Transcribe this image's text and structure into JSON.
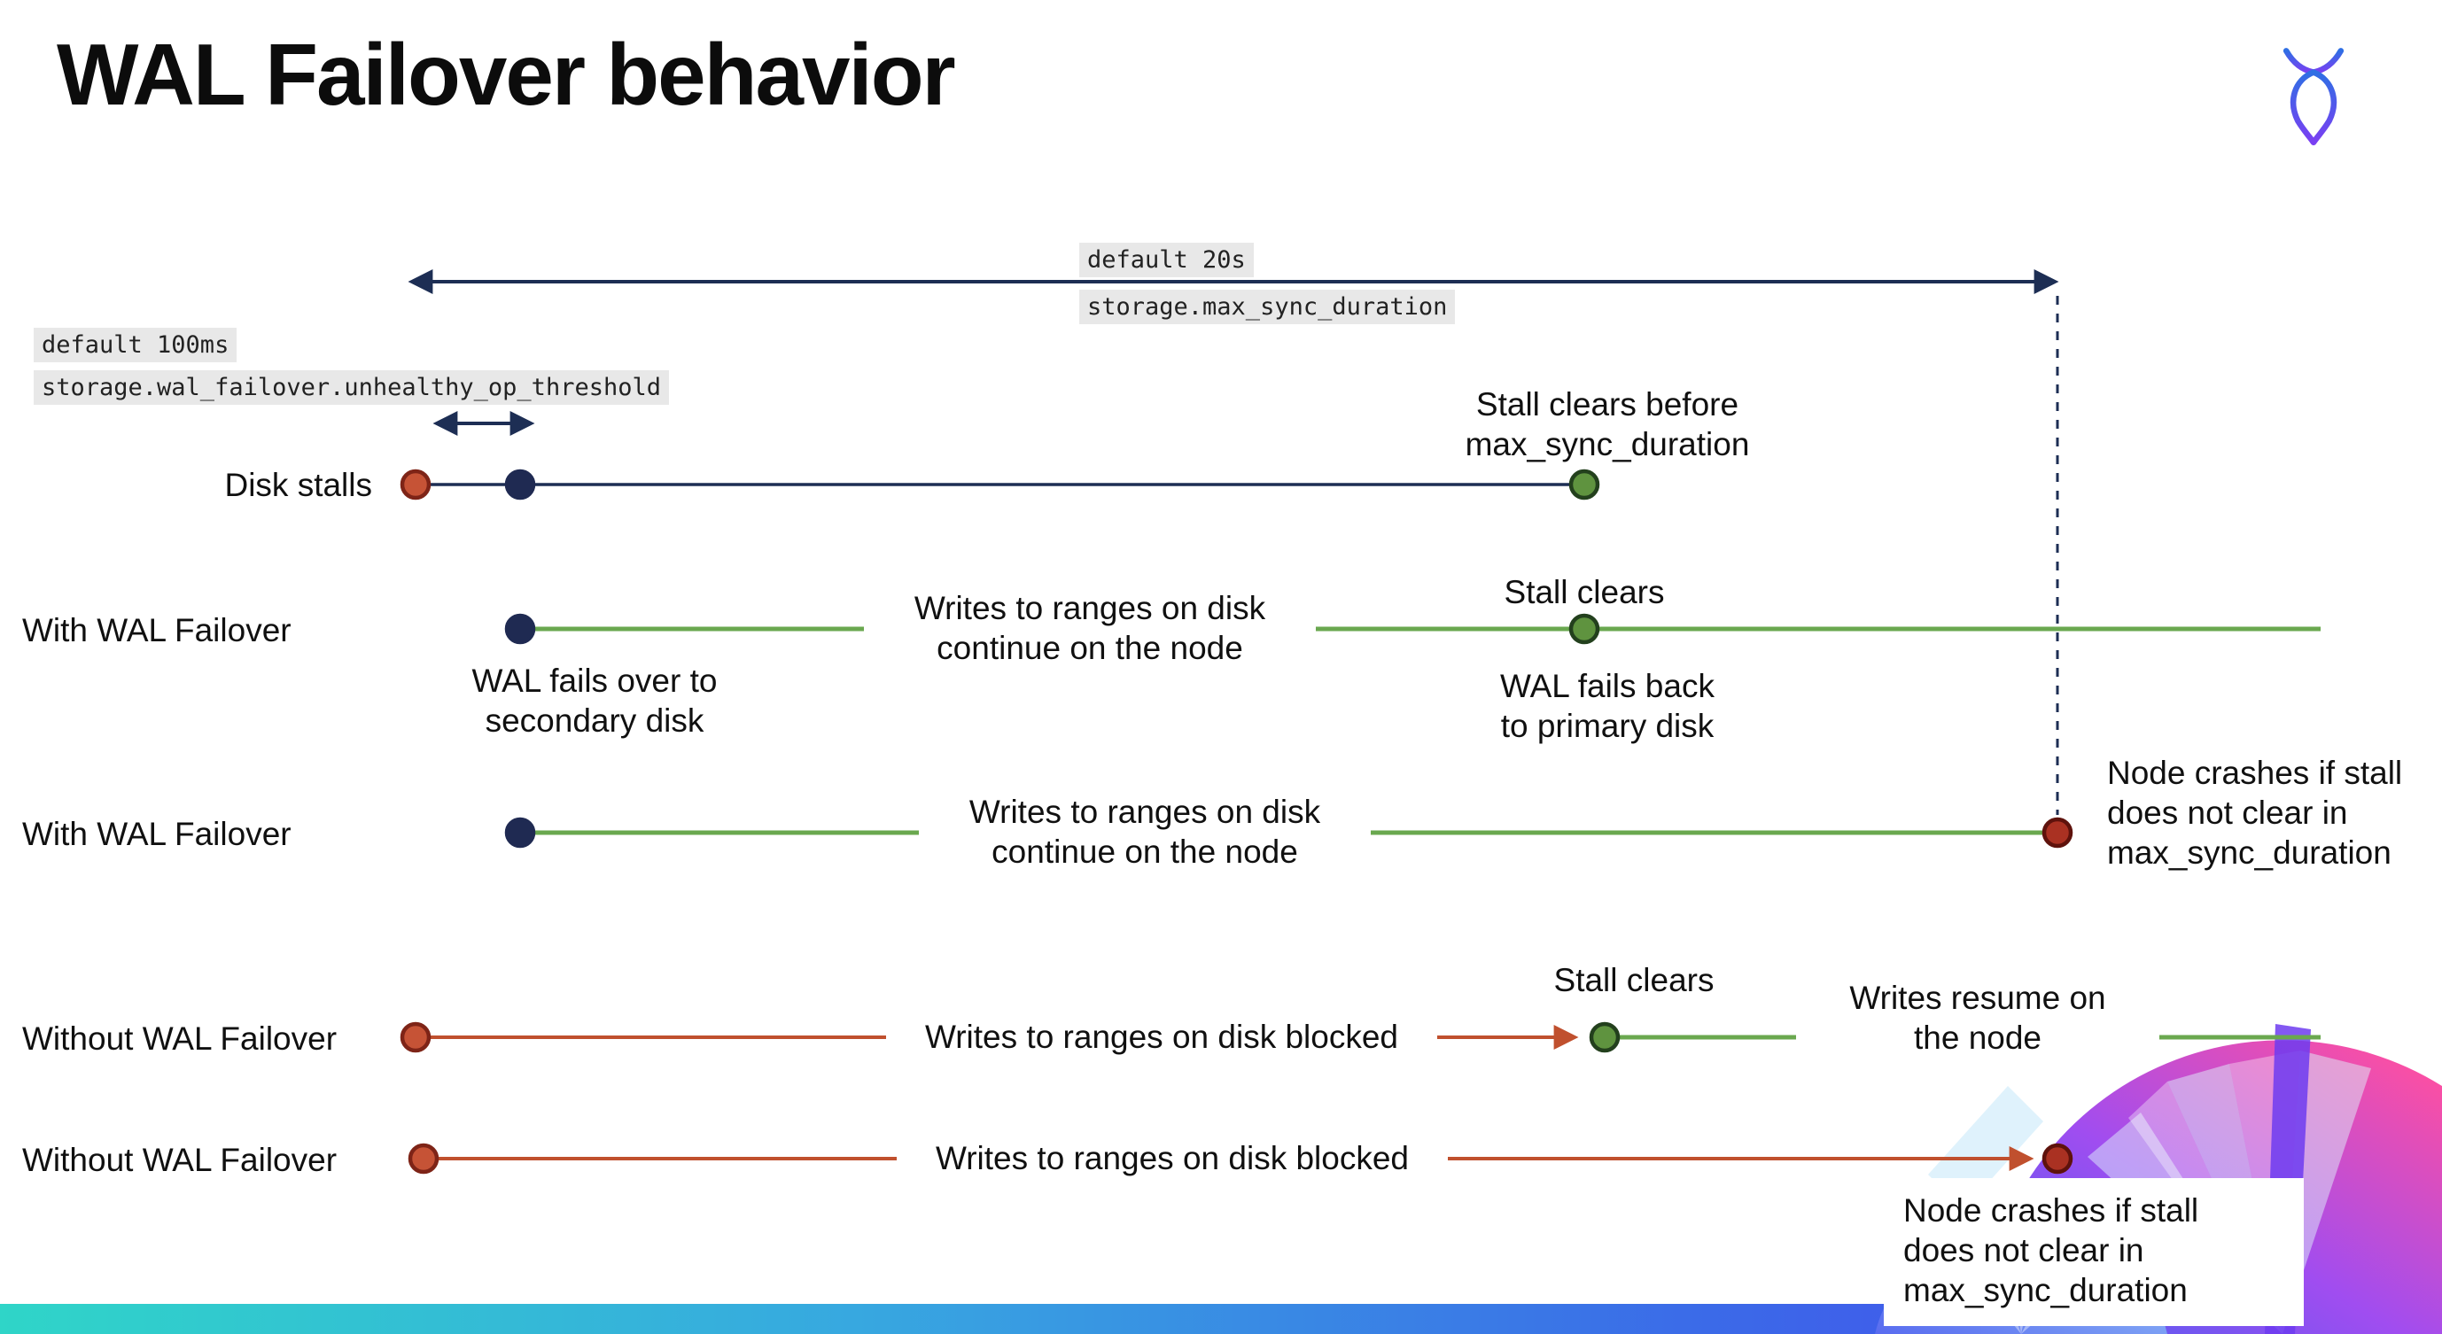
{
  "title": "WAL Failover behavior",
  "logo_name": "CockroachDB",
  "settings": {
    "max_sync_duration": {
      "default_label": "default 20s",
      "name": "storage.max_sync_duration"
    },
    "unhealthy_op_threshold": {
      "default_label": "default 100ms",
      "name": "storage.wal_failover.unhealthy_op_threshold"
    }
  },
  "rows": {
    "disk_stalls": {
      "label": "Disk stalls",
      "stall_clears_note": "Stall clears before\nmax_sync_duration"
    },
    "with_wal_failover_clears": {
      "label": "With WAL Failover",
      "failover_note": "WAL fails over to\nsecondary disk",
      "writes_note": "Writes to ranges on disk\ncontinue on the node",
      "stall_clears_label": "Stall clears",
      "failback_note": "WAL fails  back\nto primary disk"
    },
    "with_wal_failover_crash": {
      "label": "With WAL Failover",
      "writes_note": "Writes to ranges on disk\ncontinue on the node",
      "crash_note": "Node crashes if stall\ndoes not clear in\nmax_sync_duration"
    },
    "without_wal_failover_clears": {
      "label": "Without WAL Failover",
      "writes_note": "Writes to ranges on disk  blocked",
      "stall_clears_label": "Stall clears",
      "resume_note": "Writes resume on\nthe node"
    },
    "without_wal_failover_crash": {
      "label": "Without WAL Failover",
      "writes_note": "Writes to ranges on disk  blocked",
      "crash_note": "Node crashes if stall\ndoes not clear in\nmax_sync_duration"
    }
  },
  "colors": {
    "navy": "#1d2e54",
    "green_line": "#6aa84f",
    "green_dot_fill": "#5f933f",
    "green_dot_stroke": "#23401d",
    "red_line": "#c0502e",
    "red_dot_fill": "#c65336",
    "red_dot_stroke": "#7e2417",
    "dark_red_dot_fill": "#aa3122",
    "dark_red_dot_stroke": "#5e120c",
    "code_bg": "#e8e8e8",
    "footer_gradient_start": "#2fd5c8",
    "footer_gradient_end": "#4b3df0"
  }
}
